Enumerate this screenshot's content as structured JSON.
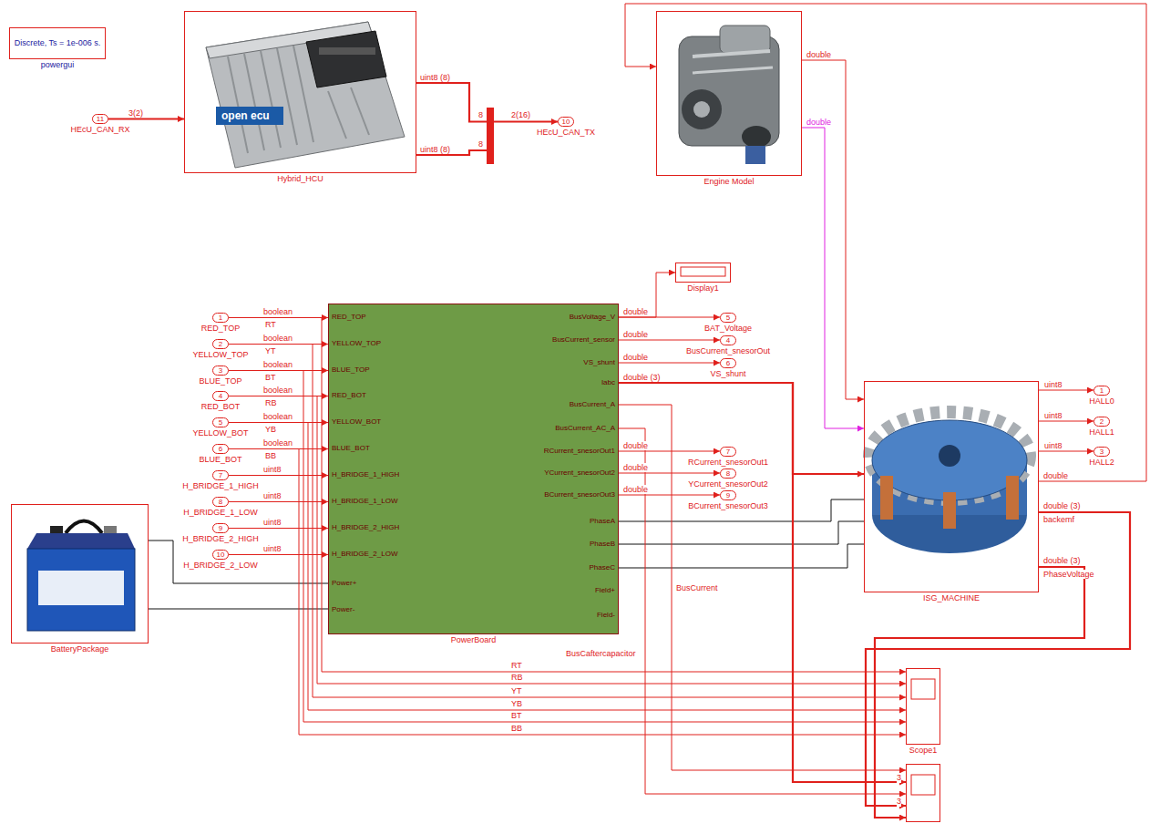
{
  "diagram": {
    "nodes": [
      {
        "text": [
          "Discrete, Ts = 1e-006 s.",
          "powergui"
        ]
      },
      {
        "text": [
          "11",
          "HEcU_CAN_RX"
        ]
      },
      {
        "text": [
          "Hybrid_HCU"
        ]
      },
      {
        "text": [
          "10",
          "HEcU_CAN_TX"
        ]
      },
      {
        "text": [
          "Engine Model"
        ]
      },
      {
        "text": [
          "Display1"
        ]
      },
      {
        "text": [
          "1",
          "RED_TOP"
        ]
      },
      {
        "text": [
          "2",
          "YELLOW_TOP"
        ]
      },
      {
        "text": [
          "3",
          "BLUE_TOP"
        ]
      },
      {
        "text": [
          "4",
          "RED_BOT"
        ]
      },
      {
        "text": [
          "5",
          "YELLOW_BOT"
        ]
      },
      {
        "text": [
          "6",
          "BLUE_BOT"
        ]
      },
      {
        "text": [
          "7",
          "H_BRIDGE_1_HIGH"
        ]
      },
      {
        "text": [
          "8",
          "H_BRIDGE_1_LOW"
        ]
      },
      {
        "text": [
          "9",
          "H_BRIDGE_2_HIGH"
        ]
      },
      {
        "text": [
          "10",
          "H_BRIDGE_2_LOW"
        ]
      },
      {
        "text": [
          "BatteryPackage"
        ]
      },
      {
        "text": [
          "PowerBoard",
          "RED_TOP",
          "YELLOW_TOP",
          "BLUE_TOP",
          "RED_BOT",
          "YELLOW_BOT",
          "BLUE_BOT",
          "H_BRIDGE_1_HIGH",
          "H_BRIDGE_1_LOW",
          "H_BRIDGE_2_HIGH",
          "H_BRIDGE_2_LOW",
          "Power+",
          "Power-",
          "BusVoltage_V",
          "BusCurrent_sensor",
          "VS_shunt",
          "Iabc",
          "BusCurrent_A",
          "BusCurrent_AC_A",
          "RCurrent_snesorOut1",
          "YCurrent_snesorOut2",
          "BCurrent_snesorOut3",
          "PhaseA",
          "PhaseB",
          "PhaseC",
          "Field+",
          "Field-"
        ]
      },
      {
        "text": [
          "5",
          "BAT_Voltage"
        ]
      },
      {
        "text": [
          "4",
          "BusCurrent_snesorOut"
        ]
      },
      {
        "text": [
          "6",
          "VS_shunt"
        ]
      },
      {
        "text": [
          "7",
          "RCurrent_snesorOut1"
        ]
      },
      {
        "text": [
          "8",
          "YCurrent_snesorOut2"
        ]
      },
      {
        "text": [
          "9",
          "BCurrent_snesorOut3"
        ]
      },
      {
        "text": [
          "ISG_MACHINE"
        ]
      },
      {
        "text": [
          "1",
          "HALL0"
        ]
      },
      {
        "text": [
          "2",
          "HALL1"
        ]
      },
      {
        "text": [
          "3",
          "HALL2"
        ]
      },
      {
        "text": [
          "Scope1"
        ]
      },
      {
        "text": [
          "3",
          "3"
        ]
      }
    ],
    "edges": [
      {
        "from": 1,
        "to": 2,
        "arrow": "to",
        "label": "3(2)"
      },
      {
        "from": 2,
        "to": 3,
        "arrow": "to"
      },
      {
        "from": 4,
        "to": 24,
        "arrow": "to",
        "label": "double"
      },
      {
        "from": 4,
        "to": 24,
        "arrow": "to",
        "label": "double"
      },
      {
        "from": 24,
        "to": 4,
        "arrow": "to",
        "label": "double"
      },
      {
        "from": 6,
        "to": 17,
        "arrow": "to",
        "label": "boolean"
      },
      {
        "from": 7,
        "to": 17,
        "arrow": "to",
        "label": "boolean"
      },
      {
        "from": 8,
        "to": 17,
        "arrow": "to",
        "label": "boolean"
      },
      {
        "from": 9,
        "to": 17,
        "arrow": "to",
        "label": "boolean"
      },
      {
        "from": 10,
        "to": 17,
        "arrow": "to",
        "label": "boolean"
      },
      {
        "from": 11,
        "to": 17,
        "arrow": "to",
        "label": "boolean"
      },
      {
        "from": 12,
        "to": 17,
        "arrow": "to",
        "label": "uint8"
      },
      {
        "from": 13,
        "to": 17,
        "arrow": "to",
        "label": "uint8"
      },
      {
        "from": 14,
        "to": 17,
        "arrow": "to",
        "label": "uint8"
      },
      {
        "from": 15,
        "to": 17,
        "arrow": "to",
        "label": "uint8"
      },
      {
        "from": 16,
        "to": 17,
        "arrow": "none"
      },
      {
        "from": 16,
        "to": 17,
        "arrow": "none"
      },
      {
        "from": 17,
        "to": 5,
        "arrow": "to"
      },
      {
        "from": 17,
        "to": 18,
        "arrow": "to",
        "label": "double"
      },
      {
        "from": 17,
        "to": 19,
        "arrow": "to",
        "label": "double"
      },
      {
        "from": 17,
        "to": 20,
        "arrow": "to",
        "label": "double"
      },
      {
        "from": 17,
        "to": 24,
        "arrow": "to",
        "label": "double (3)"
      },
      {
        "from": 17,
        "to": 21,
        "arrow": "to",
        "label": "double"
      },
      {
        "from": 17,
        "to": 22,
        "arrow": "to",
        "label": "double"
      },
      {
        "from": 17,
        "to": 23,
        "arrow": "to",
        "label": "double"
      },
      {
        "from": 17,
        "to": 24,
        "arrow": "none"
      },
      {
        "from": 17,
        "to": 24,
        "arrow": "none"
      },
      {
        "from": 17,
        "to": 24,
        "arrow": "none"
      },
      {
        "from": 24,
        "to": 25,
        "arrow": "to",
        "label": "uint8"
      },
      {
        "from": 24,
        "to": 26,
        "arrow": "to",
        "label": "uint8"
      },
      {
        "from": 24,
        "to": 27,
        "arrow": "to",
        "label": "uint8"
      },
      {
        "from": 6,
        "to": 28,
        "arrow": "to",
        "label": "RT"
      },
      {
        "from": 9,
        "to": 28,
        "arrow": "to",
        "label": "RB"
      },
      {
        "from": 7,
        "to": 28,
        "arrow": "to",
        "label": "YT"
      },
      {
        "from": 10,
        "to": 28,
        "arrow": "to",
        "label": "YB"
      },
      {
        "from": 8,
        "to": 28,
        "arrow": "to",
        "label": "BT"
      },
      {
        "from": 11,
        "to": 28,
        "arrow": "to",
        "label": "BB"
      },
      {
        "from": 17,
        "to": 29,
        "arrow": "to",
        "label": "BusCurrent"
      },
      {
        "from": 17,
        "to": 29,
        "arrow": "to"
      },
      {
        "from": 17,
        "to": 29,
        "arrow": "to",
        "label": "BusCaftercapacitor"
      },
      {
        "from": 24,
        "to": 29,
        "arrow": "to",
        "label": "backemf"
      },
      {
        "from": 24,
        "to": 29,
        "arrow": "to",
        "label": "PhaseVoltage"
      }
    ],
    "labels": [
      "uint8 (8)",
      "uint8 (8)",
      "8",
      "8",
      "2(16)",
      "open ecu",
      "RT",
      "YT",
      "BT",
      "RB",
      "YB",
      "BB",
      "double (3)",
      "double (3)"
    ]
  }
}
